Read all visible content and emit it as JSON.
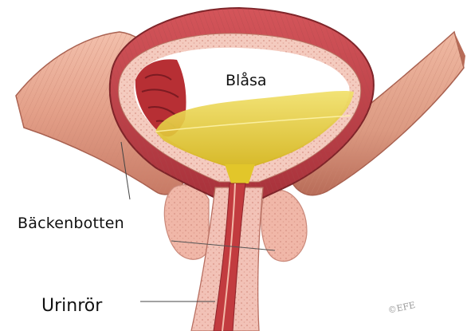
{
  "labels": {
    "bladder": "Blåsa",
    "pelvic_floor": "Bäckenbotten",
    "urethra": "Urinrör"
  },
  "credit": "©EFE",
  "colors": {
    "muscle": "#e8a791",
    "muscle_dark": "#b9614d",
    "bladder_wall": "#c9474a",
    "urine": "#e2c62a",
    "tissue": "#f2c2b7",
    "cavity": "#ffffff"
  }
}
